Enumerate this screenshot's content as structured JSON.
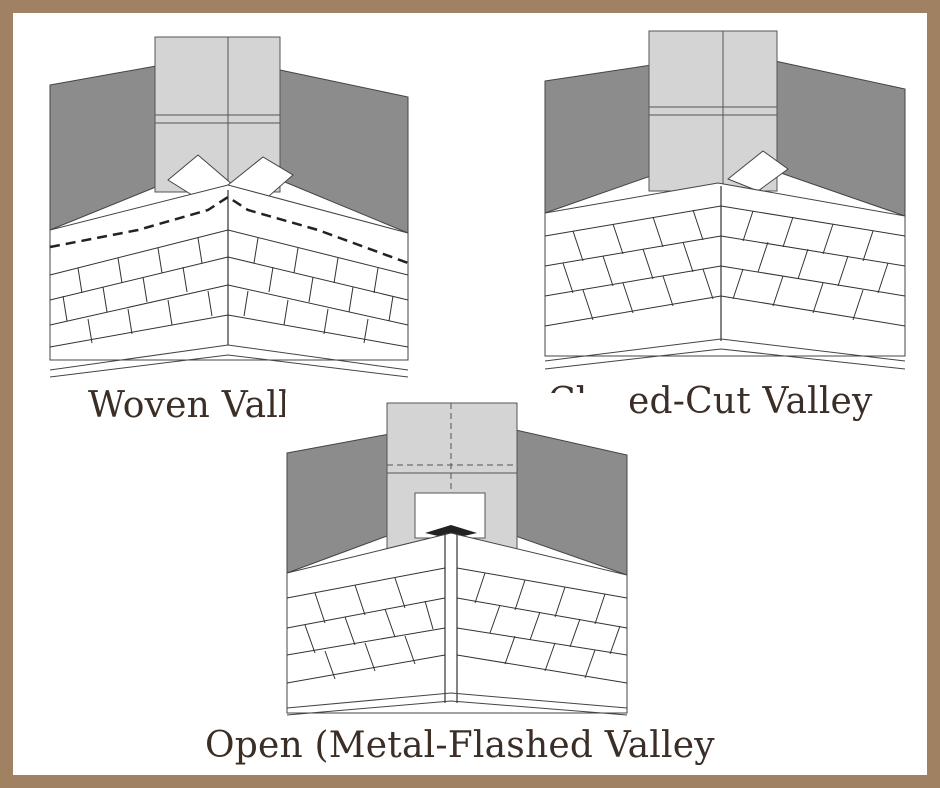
{
  "diagrams": [
    {
      "id": "woven",
      "caption": "Woven Valley"
    },
    {
      "id": "closed-cut",
      "caption": "Closed-Cut Valley"
    },
    {
      "id": "open-metal",
      "caption": "Open (Metal-Flashed Valley"
    }
  ],
  "colors": {
    "frame_border": "#a08162",
    "roof_dark": "#8c8c8c",
    "chimney_light": "#d4d4d4",
    "caption_text": "#3a2e26",
    "shingle_line": "#333333"
  }
}
